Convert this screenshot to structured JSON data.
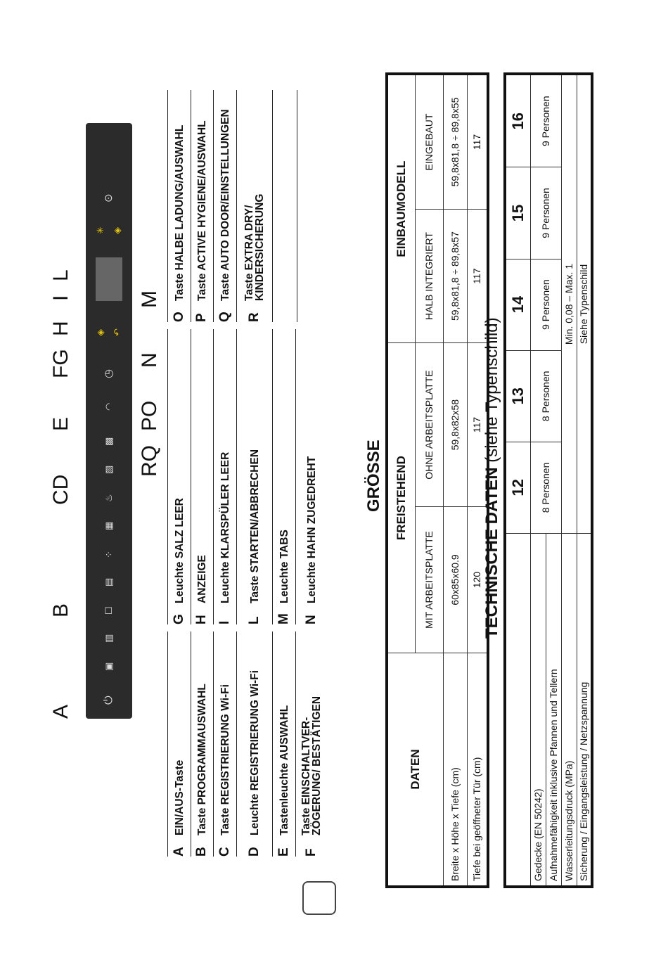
{
  "legend_left": [
    {
      "key": "A",
      "text": "EIN/AUS-Taste"
    },
    {
      "key": "B",
      "pre": "Taste ",
      "text": "PROGRAMMAUSWAHL"
    },
    {
      "key": "C",
      "pre": "Taste ",
      "text": "REGISTRIERUNG Wi-Fi"
    },
    {
      "key": "D",
      "pre": "Leuchte ",
      "text": "REGISTRIERUNG Wi-Fi"
    },
    {
      "key": "E",
      "pre": "Tastenleuchte ",
      "text": "AUSWAHL"
    },
    {
      "key": "F",
      "pre": "Taste ",
      "text": "EINSCHALTVER-",
      "text2": "ZÖGERUNG/ BESTÄTIGEN"
    }
  ],
  "legend_mid": [
    {
      "key": "G",
      "pre": "Leuchte ",
      "text": "SALZ LEER"
    },
    {
      "key": "H",
      "pre": "",
      "text": "ANZEIGE"
    },
    {
      "key": "I",
      "pre": "Leuchte ",
      "text": "KLARSPÜLER LEER"
    },
    {
      "key": "L",
      "pre": "Taste ",
      "text": "STARTEN/ABBRECHEN"
    },
    {
      "key": "M",
      "pre": "Leuchte ",
      "text": "TABS"
    },
    {
      "key": "N",
      "pre": "Leuchte ",
      "text": "HAHN ZUGEDREHT"
    }
  ],
  "legend_right": [
    {
      "key": "O",
      "pre": "Taste ",
      "text": "HALBE LADUNG/AUSWAHL"
    },
    {
      "key": "P",
      "pre": "Taste ",
      "text": "ACTIVE HYGIENE/AUSWAHL"
    },
    {
      "key": "Q",
      "pre": "Taste ",
      "text": "AUTO DOOR/EINSTELLUNGEN"
    },
    {
      "key": "R",
      "pre": "Taste ",
      "text": "EXTRA DRY/",
      "text2": "KINDERSICHERUNG"
    }
  ],
  "panel_labels_top": [
    "A",
    "B",
    "CD",
    "E",
    "FG",
    "H",
    "I",
    "L"
  ],
  "panel_labels_bottom": [
    "RQ",
    "PO",
    "N",
    "M"
  ],
  "size": {
    "title": "GRÖSSE",
    "col_data": "DATEN",
    "group_free": "FREISTEHEND",
    "group_built": "EINBAUMODELL",
    "sub": [
      "MIT ARBEITSPLATTE",
      "OHNE ARBEITSPLATTE",
      "HALB INTEGRIERT",
      "EINGEBAUT"
    ],
    "rows": [
      {
        "label": "Breite x Höhe x Tiefe (cm)",
        "values": [
          "60x85x60.9",
          "59,8x82x58",
          "59,8x81,8 ÷ 89,8x57",
          "59,8x81,8 ÷ 89,8x55"
        ]
      },
      {
        "label": "Tiefe bei geöffneter Tür (cm)",
        "values": [
          "120",
          "117",
          "117",
          "117"
        ]
      }
    ]
  },
  "tech": {
    "title_bold": "TECHNISCHE DATEN",
    "title_rest": " (siehe Typenschild)",
    "models": [
      "12",
      "13",
      "14",
      "15",
      "16"
    ],
    "rows": [
      {
        "label": "Gedecke (EN 50242)",
        "values": [
          "8 Personen",
          "8 Personen",
          "9 Personen",
          "9 Personen",
          "9 Personen"
        ]
      },
      {
        "label": "Aufnahmefähigkeit inklusive Pfannen und Tellern",
        "values": []
      },
      {
        "label": "Wasserleitungsdruck (MPa)",
        "merged": "Min. 0,08 – Max. 1"
      },
      {
        "label": "Sicherung / Eingangsleistung / Netzspannung",
        "merged": "Siehe Typenschild"
      }
    ]
  }
}
